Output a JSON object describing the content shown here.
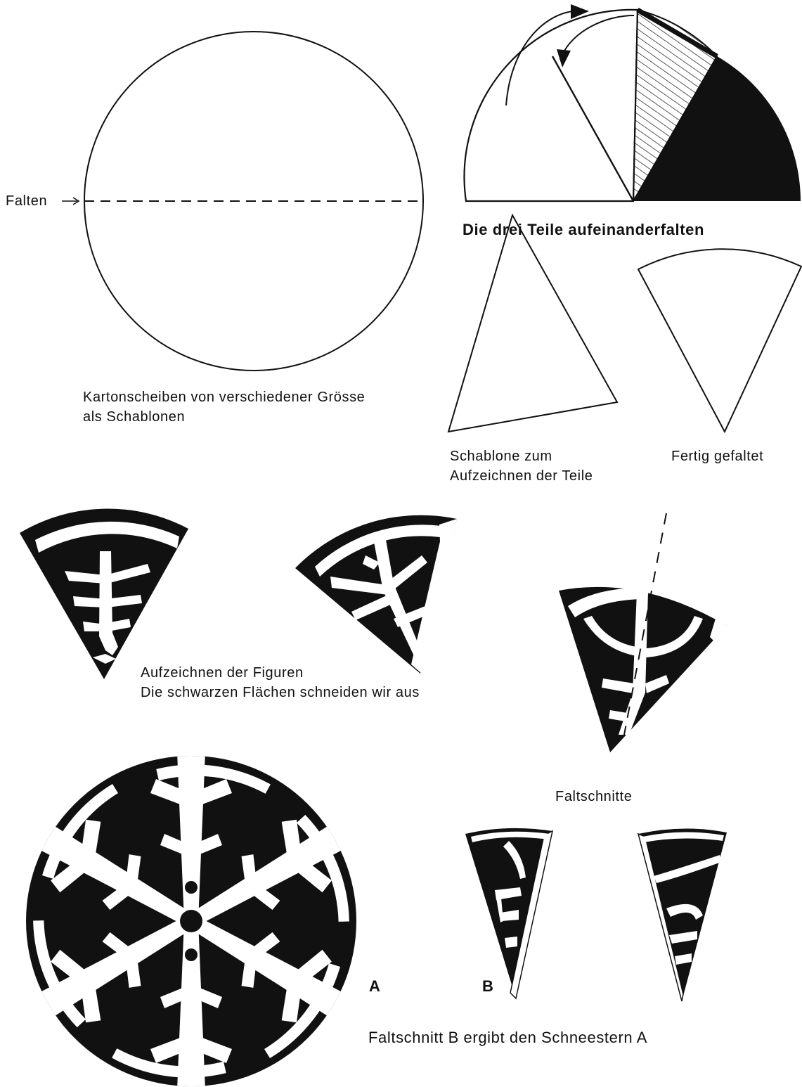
{
  "colors": {
    "ink": "#111111",
    "paper": "#ffffff"
  },
  "labels": {
    "falten": "Falten",
    "drei_teile": "Die drei Teile aufeinanderfalten",
    "karton_line1": "Kartonscheiben von verschiedener Grösse",
    "karton_line2": "als Schablonen",
    "schablone_line1": "Schablone zum",
    "schablone_line2": "Aufzeichnen der Teile",
    "fertig": "Fertig gefaltet",
    "aufzeichnen_line1": "Aufzeichnen der Figuren",
    "aufzeichnen_line2": "Die schwarzen Flächen schneiden wir aus",
    "faltschnitte": "Faltschnitte",
    "marker_a": "A",
    "marker_b": "B",
    "caption": "Faltschnitt B ergibt den Schneestern A"
  }
}
